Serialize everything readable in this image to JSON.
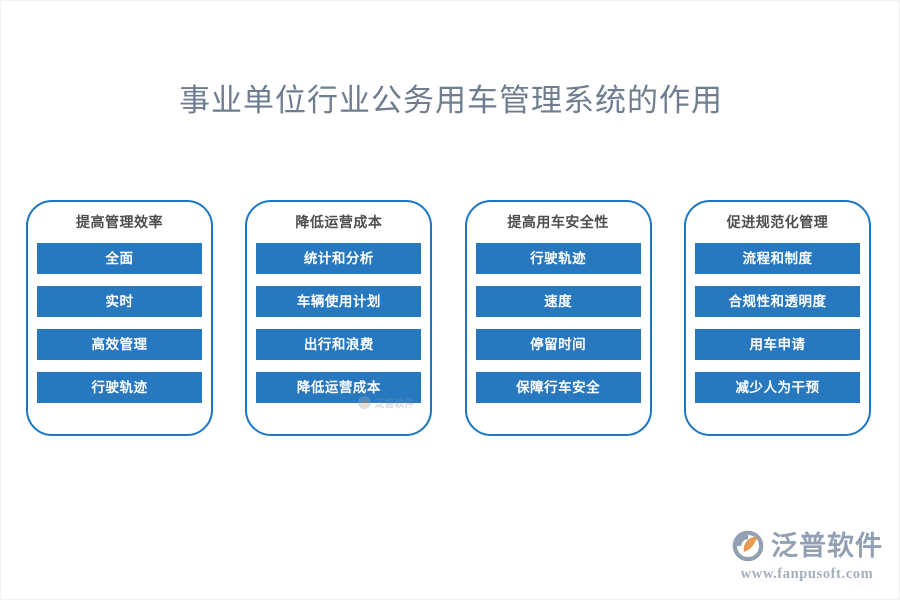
{
  "page": {
    "title": "事业单位行业公务用车管理系统的作用",
    "background_color": "#ffffff",
    "title_color": "#6e7d90",
    "accent_color": "#1b76c4",
    "bar_color": "#2878c0"
  },
  "cards": [
    {
      "title": "提高管理效率",
      "items": [
        "全面",
        "实时",
        "高效管理",
        "行驶轨迹"
      ]
    },
    {
      "title": "降低运营成本",
      "items": [
        "统计和分析",
        "车辆使用计划",
        "出行和浪费",
        "降低运营成本"
      ]
    },
    {
      "title": "提高用车安全性",
      "items": [
        "行驶轨迹",
        "速度",
        "停留时间",
        "保障行车安全"
      ]
    },
    {
      "title": "促进规范化管理",
      "items": [
        "流程和制度",
        "合规性和透明度",
        "用车申请",
        "减少人为干预"
      ]
    }
  ],
  "watermark": {
    "text": "泛普软件"
  },
  "brand": {
    "name": "泛普软件",
    "url": "www.fanpusoft.com",
    "mark_color": "#8796ac",
    "mark_accent_color": "#e3913f"
  }
}
